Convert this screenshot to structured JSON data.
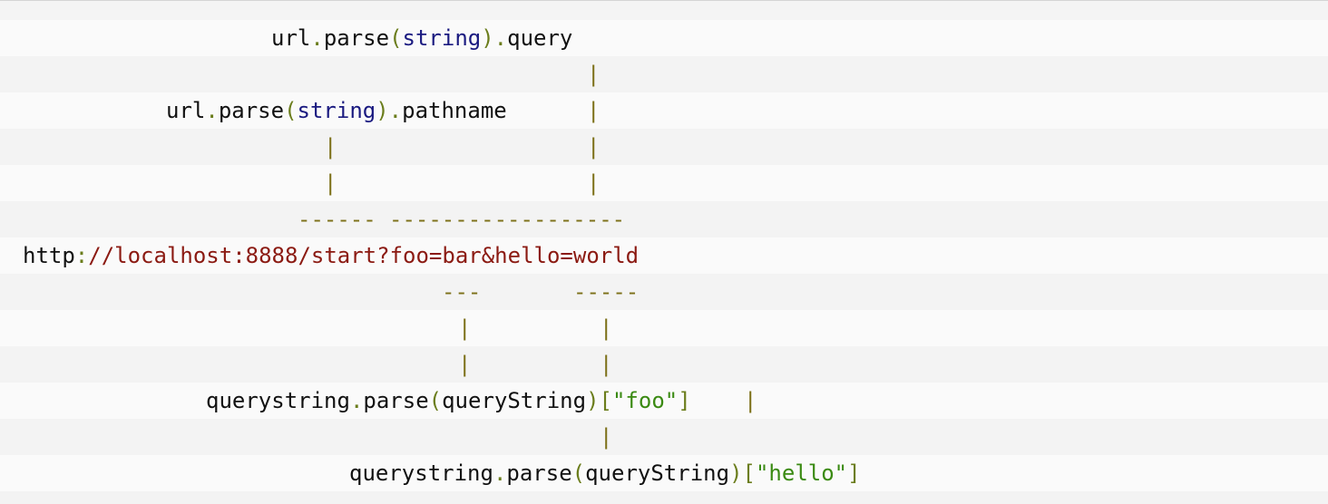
{
  "diagram": {
    "url_parse_query": {
      "obj": "url",
      "dot1": ".",
      "fn": "parse",
      "lparen": "(",
      "arg": "string",
      "rparen": ")",
      "dot2": ".",
      "prop": "query"
    },
    "url_parse_pathname": {
      "obj": "url",
      "dot1": ".",
      "fn": "parse",
      "lparen": "(",
      "arg": "string",
      "rparen": ")",
      "dot2": ".",
      "prop": "pathname"
    },
    "pipe": "|",
    "pathname_dashes": "------",
    "query_dashes": "------------------",
    "url": {
      "scheme": "http",
      "sep": ":",
      "rest": "//localhost:8888/start?foo=bar&hello=world"
    },
    "foo_dashes": "---",
    "hello_dashes": "-----",
    "qs_foo": {
      "obj": "querystring",
      "dot": ".",
      "fn": "parse",
      "lparen": "(",
      "arg": "queryString",
      "rparen": ")",
      "lbracket": "[",
      "key": "\"foo\"",
      "rbracket": "]"
    },
    "qs_hello": {
      "obj": "querystring",
      "dot": ".",
      "fn": "parse",
      "lparen": "(",
      "arg": "queryString",
      "rparen": ")",
      "lbracket": "[",
      "key": "\"hello\"",
      "rbracket": "]"
    }
  },
  "colors": {
    "background_odd": "#fafafa",
    "background_even": "#f3f3f3",
    "text": "#111111",
    "punctuation": "#6b7d1c",
    "keyword": "#1a1a80",
    "connector": "#7c7018",
    "url": "#8b1a12",
    "string": "#3a8a12"
  }
}
